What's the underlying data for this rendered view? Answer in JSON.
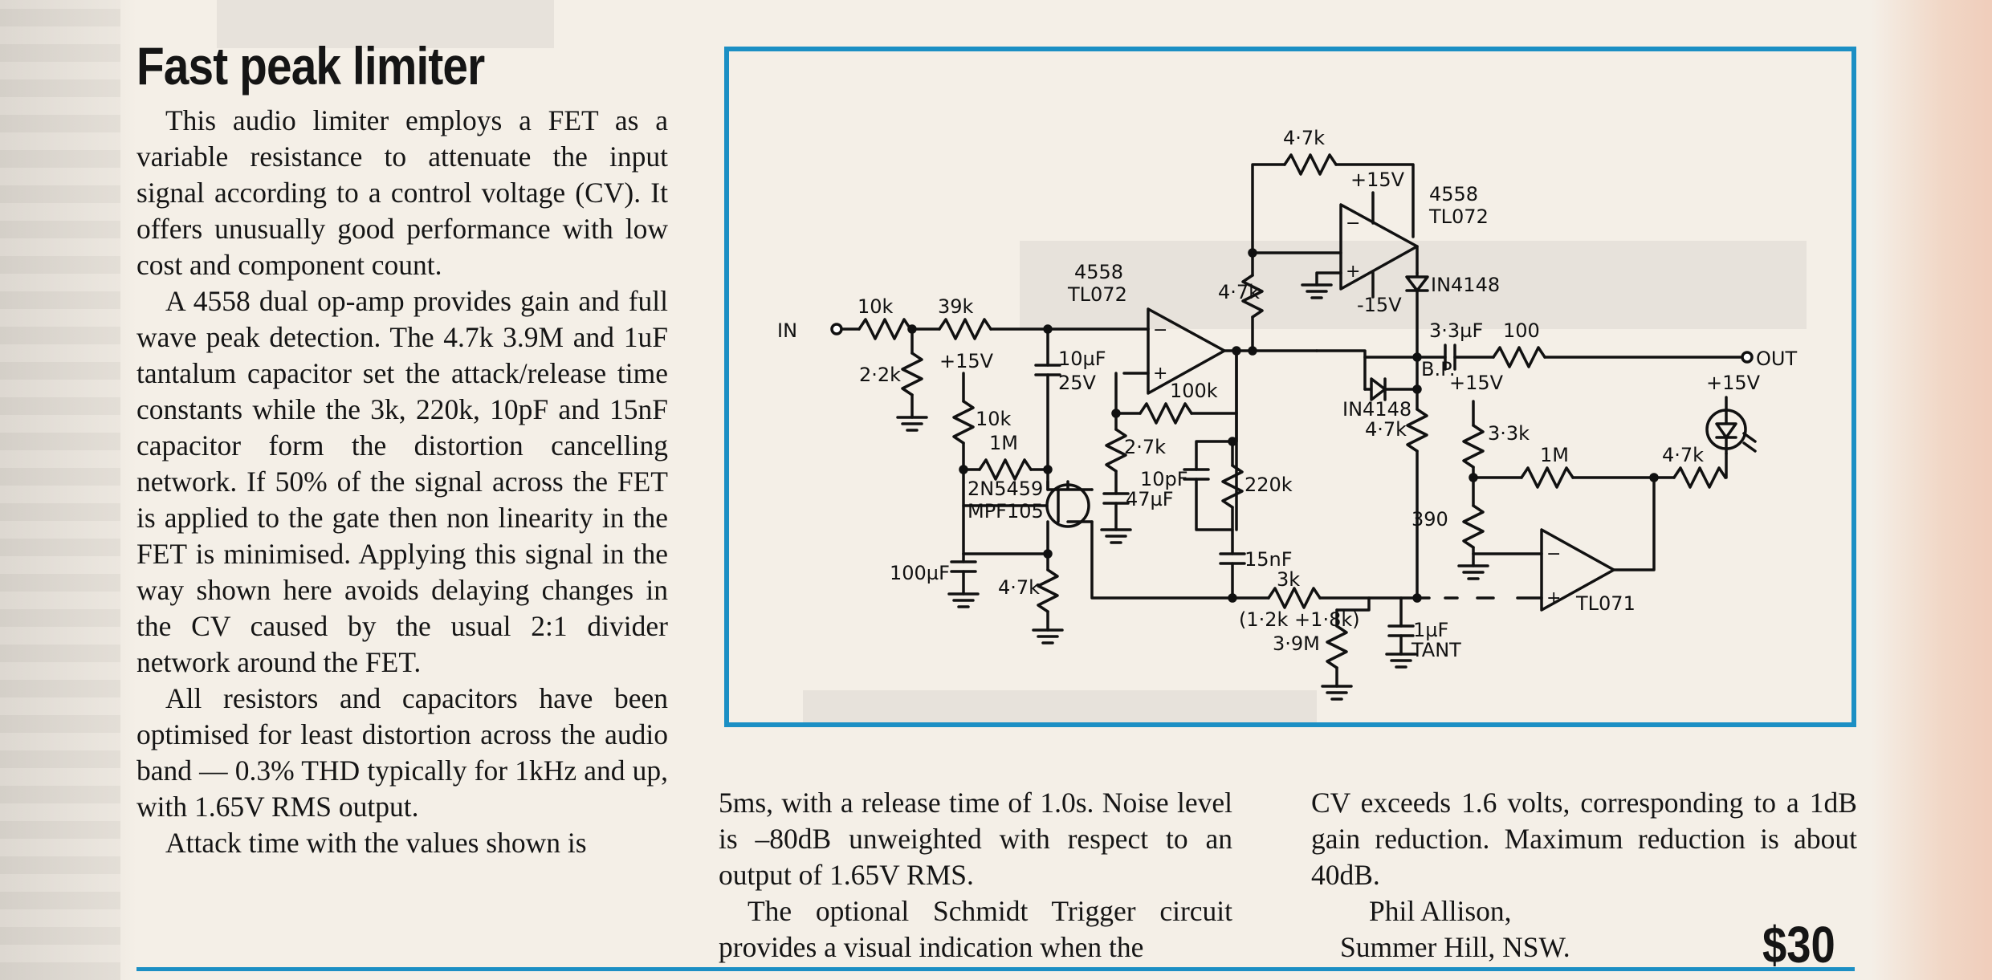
{
  "article": {
    "title": "Fast peak limiter",
    "col1_paragraphs": [
      "This audio limiter employs a FET as a variable resistance to attenuate the input signal according to a control voltage (CV). It offers unusually good performance with low cost and component count.",
      "A 4558 dual op-amp provides gain and full wave peak detection. The 4.7k 3.9M and 1uF tantalum capacitor set the attack/release time constants while the 3k, 220k, 10pF and 15nF capacitor form the distortion cancelling network. If 50% of the signal across the FET is applied to the gate then non linearity in the FET is minimised. Applying this signal in the way shown here avoids delaying changes in the CV caused by the usual 2:1 divider network around the FET.",
      "All resistors and capacitors have been optimised for least distortion across the audio band — 0.3% THD typically for 1kHz and up, with 1.65V RMS output.",
      "Attack time with the values shown is"
    ],
    "col2_paragraphs": [
      "5ms, with a release time of 1.0s. Noise level is –80dB unweighted with respect to an output of 1.65V RMS.",
      "The optional Schmidt Trigger circuit provides a visual indication when the"
    ],
    "col3_text": "CV exceeds 1.6 volts, corresponding to a 1dB gain reduction. Maximum reduction is about 40dB.",
    "author": "Phil Allison,",
    "location": "Summer Hill, NSW.",
    "price": "$30"
  },
  "schematic": {
    "labels": {
      "in": "IN",
      "out": "OUT",
      "r10k_in": "10k",
      "r39k": "39k",
      "r2_2k": "2·2k",
      "plus15_a": "+15V",
      "r10k_b": "10k",
      "r1M_a": "1M",
      "fet1": "2N5459",
      "fet2": "MPF105",
      "c100u": "100µF",
      "r4_7k_src": "4·7k",
      "c10u": "10µF",
      "c10u_v": "25V",
      "opamp1_a": "4558",
      "opamp1_b": "TL072",
      "r100k": "100k",
      "r2_7k": "2·7k",
      "c47u": "47µF",
      "c10p": "10pF",
      "r220k": "220k",
      "c15n": "15nF",
      "r3k": "3k",
      "r3k_note": "(1·2k +1·8k)",
      "r3_9M": "3·9M",
      "c1u": "1µF",
      "c1u_type": "TANT",
      "r4_7k_fb": "4·7k",
      "r4_7k_top": "4·7k",
      "plus15_b": "+15V",
      "minus15": "-15V",
      "opamp2_a": "4558",
      "opamp2_b": "TL072",
      "d1": "IN4148",
      "d2": "IN4148",
      "c3_3u": "3·3µF",
      "r100": "100",
      "bp": "B.P.",
      "r4_7k_d": "4·7k",
      "plus15_c": "+15V",
      "r3_3k": "3·3k",
      "r1M_b": "1M",
      "r4_7k_led": "4·7k",
      "plus15_d": "+15V",
      "r390": "390",
      "opamp3": "TL071"
    }
  }
}
